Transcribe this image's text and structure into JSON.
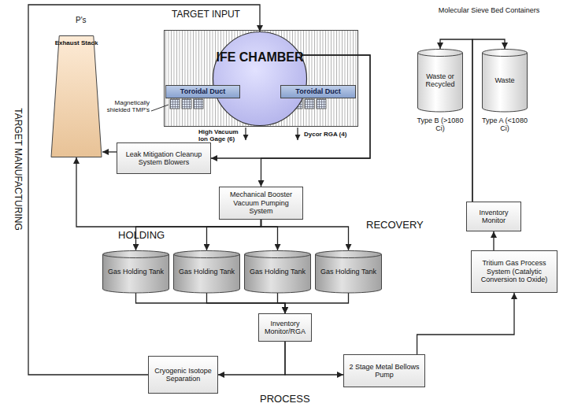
{
  "diagram": {
    "nodes": [
      {
        "text": [
          "Exhaust Stack"
        ]
      },
      {
        "text": [
          "IFE CHAMBER"
        ]
      },
      {
        "text": [
          "Toroidal Duct"
        ]
      },
      {
        "text": [
          "Toroidal Duct"
        ]
      },
      {
        "text": [
          "Waste or Recycled"
        ]
      },
      {
        "text": [
          "Waste"
        ]
      },
      {
        "text": [
          "Leak Mitigation Cleanup System Blowers"
        ]
      },
      {
        "text": [
          "Mechanical Booster Vacuum Pumping System"
        ]
      },
      {
        "text": [
          "Inventory Monitor"
        ]
      },
      {
        "text": [
          "Tritium Gas Process System (Catalytic Conversion to Oxide)"
        ]
      },
      {
        "text": [
          "Gas Holding Tank"
        ]
      },
      {
        "text": [
          "Gas Holding Tank"
        ]
      },
      {
        "text": [
          "Gas Holding Tank"
        ]
      },
      {
        "text": [
          "Gas Holding Tank"
        ]
      },
      {
        "text": [
          "Inventory Monitor/RGA"
        ]
      },
      {
        "text": [
          "Cryogenic Isotope Separation"
        ]
      },
      {
        "text": [
          "2 Stage Metal Bellows Pump"
        ]
      }
    ],
    "edges": [
      {
        "from": 15,
        "to": 1,
        "arrow": "to"
      },
      {
        "from": 1,
        "to": 6,
        "arrow": "to"
      },
      {
        "from": 1,
        "to": 7,
        "arrow": "to"
      },
      {
        "from": 6,
        "to": 0,
        "arrow": "to"
      },
      {
        "from": 7,
        "to": 0,
        "arrow": "to"
      },
      {
        "from": 7,
        "to": 10,
        "arrow": "to"
      },
      {
        "from": 7,
        "to": 11,
        "arrow": "to"
      },
      {
        "from": 7,
        "to": 12,
        "arrow": "to"
      },
      {
        "from": 7,
        "to": 13,
        "arrow": "to"
      },
      {
        "from": 10,
        "to": 14,
        "arrow": "to"
      },
      {
        "from": 11,
        "to": 14,
        "arrow": "to"
      },
      {
        "from": 12,
        "to": 14,
        "arrow": "to"
      },
      {
        "from": 13,
        "to": 14,
        "arrow": "to"
      },
      {
        "from": 14,
        "to": 15,
        "arrow": "to"
      },
      {
        "from": 14,
        "to": 16,
        "arrow": "to"
      },
      {
        "from": 16,
        "to": 9,
        "arrow": "to"
      },
      {
        "from": 9,
        "to": 8,
        "arrow": "to"
      },
      {
        "from": 8,
        "to": 4,
        "arrow": "to"
      },
      {
        "from": 8,
        "to": 5,
        "arrow": "to"
      }
    ],
    "labels": [
      "P's",
      "TARGET INPUT",
      "TARGET MANUFACTURING",
      "Magnetically shielded TMP's",
      "High Vacuum Ion Gage (6)",
      "Dycor RGA (4)",
      "Molecular Sieve Bed Containers",
      "Type B (>1080 Ci)",
      "Type A (<1080 Ci)",
      "RECOVERY",
      "HOLDING",
      "PROCESS"
    ]
  }
}
